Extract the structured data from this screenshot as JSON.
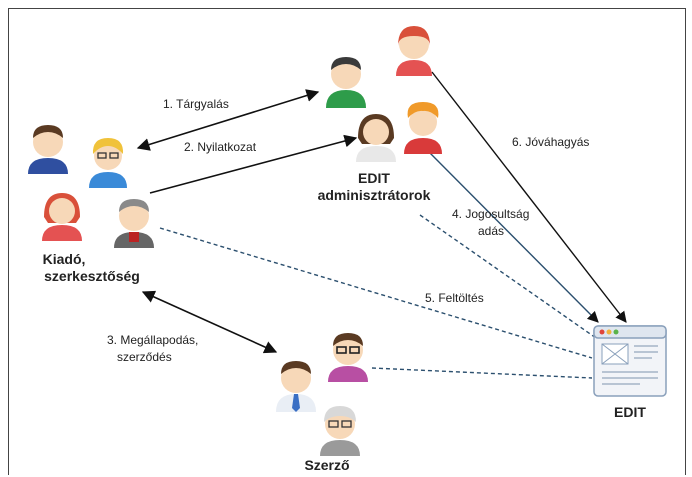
{
  "nodes": {
    "kiado_line1": "Kiadó,",
    "kiado_line2": "szerkesztőség",
    "admin_line1": "EDIT",
    "admin_line2": "adminisztrátorok",
    "szerzo": "Szerző",
    "edit": "EDIT"
  },
  "edges": {
    "e1": "1. Tárgyalás",
    "e2": "2. Nyilatkozat",
    "e3_line1": "3. Megállapodás,",
    "e3_line2": "szerződés",
    "e4_line1": "4. Jogosultság",
    "e4_line2": "adás",
    "e5": "5. Feltöltés",
    "e6": "6. Jóváhagyás"
  },
  "colors": {
    "skin": "#f7d8b8",
    "green": "#2e9c4a",
    "blue": "#3a6fc4",
    "red": "#e45252",
    "gray": "#7a7a7a",
    "purple": "#b84fa3",
    "hair_dark": "#5a3a22",
    "hair_red": "#d9503a",
    "hair_orange": "#f09a2a"
  }
}
